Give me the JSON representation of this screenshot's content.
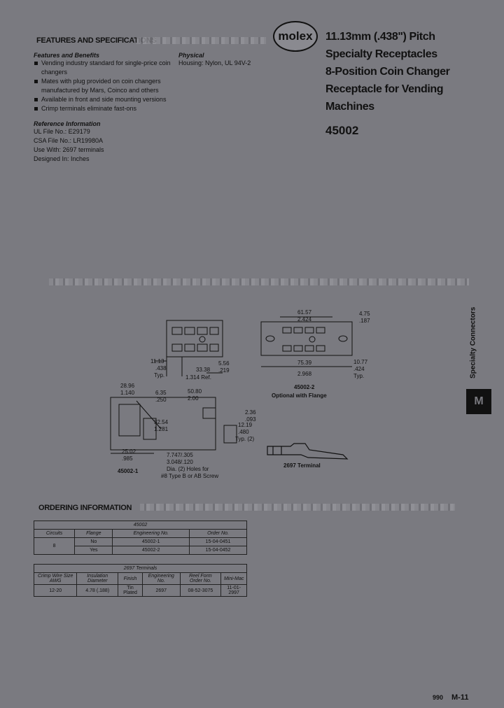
{
  "header": {
    "section": "FEATURES AND SPECIFICATIONS",
    "brand": "molex"
  },
  "title": {
    "lines": [
      "11.13mm (.438\") Pitch",
      "Specialty Receptacles",
      "8-Position Coin Changer",
      "Receptacle for Vending",
      "Machines"
    ],
    "part": "45002"
  },
  "features": {
    "heading": "Features and Benefits",
    "items": [
      "Vending industry standard for single-price coin changers",
      "Mates with plug provided on coin changers manufactured by Mars, Coinco and others",
      "Available in front and side mounting versions",
      "Crimp terminals eliminate fast-ons"
    ]
  },
  "physical": {
    "heading": "Physical",
    "text": "Housing: Nylon, UL 94V-2"
  },
  "reference": {
    "heading": "Reference Information",
    "lines": [
      "UL File No.: E29179",
      "CSA File No.: LR19980A",
      "Use With: 2697 terminals",
      "Designed In: Inches"
    ]
  },
  "drawing": {
    "dims_left": [
      "11.13",
      ".438",
      "Typ.",
      "33.38",
      "1.314 Ref.",
      "5.56",
      ".219"
    ],
    "dims_right": [
      "61.57",
      "2.424",
      "4.75",
      ".187",
      "10.77",
      ".424",
      "Typ.",
      "75.39",
      "2.968"
    ],
    "label_45002_2": "45002-2",
    "label_optional": "Optional with Flange",
    "dims_side": [
      "28.96",
      "1.140",
      "6.35",
      ".250",
      "50.80",
      "2.00",
      "32.54",
      "1.281",
      "2.36",
      ".093",
      "12.19",
      ".480",
      "Typ. (2)",
      "25.02",
      ".985",
      "7.747/.305",
      "3.048/.120"
    ],
    "holes_note": [
      "Dia. (2) Holes for",
      "#8 Type B or AB Screw"
    ],
    "label_45002_1": "45002-1",
    "terminal_label": "2697 Terminal"
  },
  "ordering": {
    "heading": "ORDERING INFORMATION",
    "t1": {
      "title": "45002",
      "headers": [
        "Circuits",
        "Flange",
        "Engineering No.",
        "Order No."
      ],
      "circuits": "8",
      "rows": [
        [
          "No",
          "45002-1",
          "15-04-0451"
        ],
        [
          "Yes",
          "45002-2",
          "15-04-0452"
        ]
      ]
    },
    "t2": {
      "title": "2697 Terminals",
      "headers": [
        "Crimp Wire Size AWG",
        "Insulation Diameter",
        "Finish",
        "Engineering No.",
        "Reel Form Order No.",
        "Mini-Mac"
      ],
      "rows": [
        [
          "12-20",
          "4.78 (.188)",
          "Tin Plated",
          "2697",
          "08-52-3075",
          "11-01-2997"
        ]
      ]
    }
  },
  "side_tab": {
    "text": "Specialty Connectors",
    "letter": "M"
  },
  "footer": {
    "year": "990",
    "page": "M-11"
  }
}
